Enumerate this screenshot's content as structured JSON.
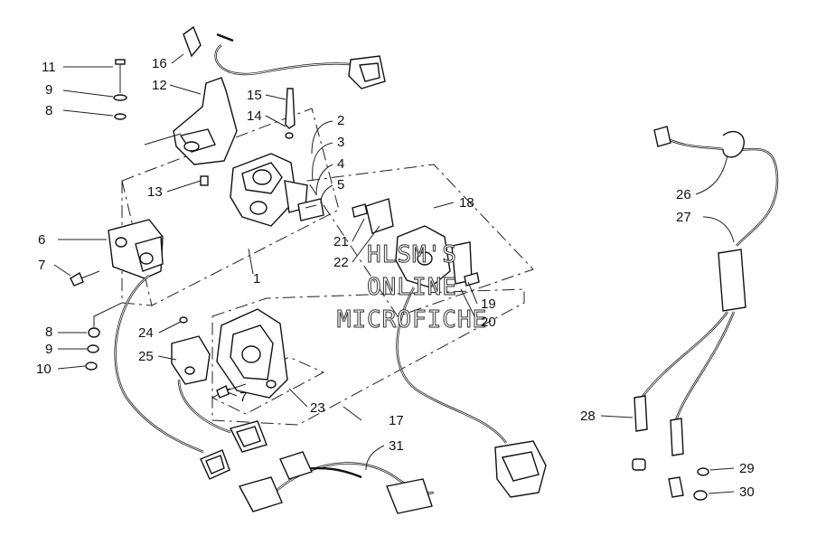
{
  "watermark": {
    "lines": [
      "HLSM'S",
      "ONLINE",
      "MICROFICHE"
    ]
  },
  "callouts": [
    "1",
    "2",
    "3",
    "4",
    "5",
    "6",
    "7",
    "7",
    "8",
    "8",
    "9",
    "9",
    "10",
    "11",
    "12",
    "13",
    "14",
    "15",
    "16",
    "17",
    "18",
    "19",
    "20",
    "21",
    "22",
    "23",
    "24",
    "25",
    "26",
    "27",
    "28",
    "29",
    "30",
    "31"
  ]
}
